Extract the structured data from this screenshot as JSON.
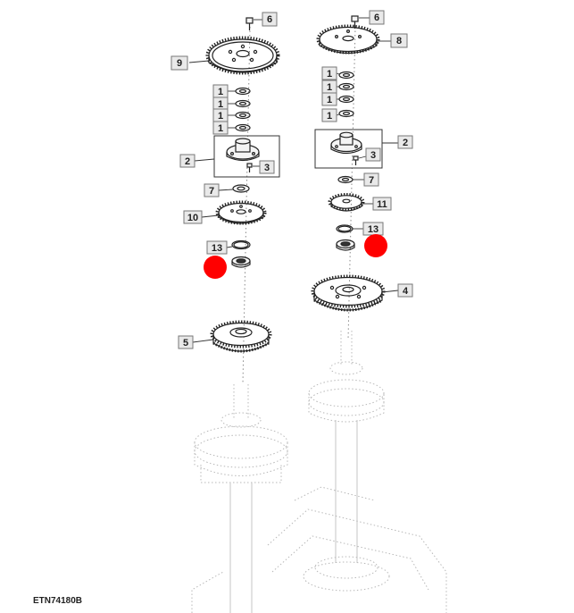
{
  "figure": {
    "id_label": "ETN74180B",
    "left_stack": {
      "top_bolt_label": "6",
      "top_gear_label": "9",
      "washer_labels": [
        "1",
        "1",
        "1",
        "1"
      ],
      "hub_label": "2",
      "hub_bolt_label": "3",
      "spacer_label": "7",
      "mid_gear_label": "10",
      "oring_label": "13",
      "bottom_gear_label": "5"
    },
    "right_stack": {
      "top_bolt_label": "6",
      "top_gear_label": "8",
      "washer_labels": [
        "1",
        "1",
        "1",
        "1"
      ],
      "hub_label": "2",
      "hub_bolt_label": "3",
      "spacer_label": "7",
      "mid_gear_label": "11",
      "oring_label": "13",
      "bottom_gear_label": "4"
    },
    "marker_color": "#ff0000"
  }
}
